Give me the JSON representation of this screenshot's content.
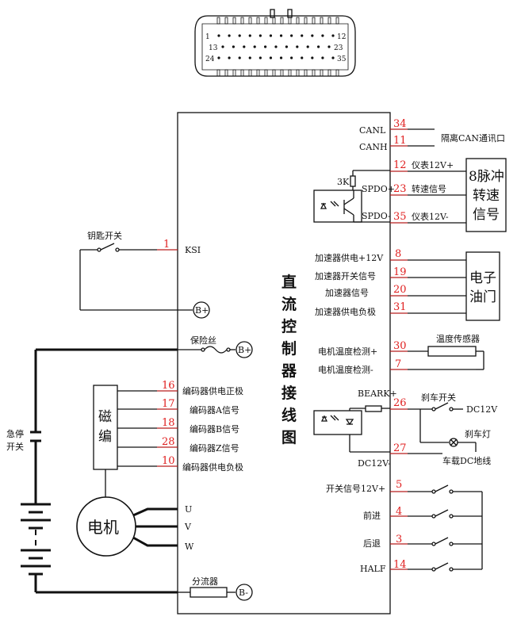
{
  "connector": {
    "row1": {
      "left": "1",
      "right": "12"
    },
    "row2": {
      "left": "13",
      "right": "23"
    },
    "row3": {
      "left": "24",
      "right": "35"
    }
  },
  "controller": {
    "title": [
      "直",
      "流",
      "控",
      "制",
      "器",
      "接",
      "线",
      "图"
    ]
  },
  "can": {
    "canl": "CANL",
    "canh": "CANH",
    "pin_l": "34",
    "pin_h": "11",
    "desc": "隔离CAN通讯口"
  },
  "pulse": {
    "resistor": "3K",
    "spdo_plus": "SPDO+",
    "spdo_minus": "SPDO-",
    "pins": [
      "12",
      "23",
      "35"
    ],
    "labels": [
      "仪表12V+",
      "转速信号",
      "仪表12V-"
    ],
    "box": [
      "8脉冲",
      "转速",
      "信号"
    ]
  },
  "throttle": {
    "pins": [
      "8",
      "19",
      "20",
      "31"
    ],
    "labels": [
      "加速器供电+12V",
      "加速器开关信号",
      "加速器信号",
      "加速器供电负极"
    ],
    "box": [
      "电子",
      "油门"
    ]
  },
  "temp": {
    "pins": [
      "30",
      "7"
    ],
    "labels": [
      "电机温度检测+",
      "电机温度检测-"
    ],
    "sensor": "温度传感器"
  },
  "brake": {
    "beark": "BEARK+",
    "dc12v_minus": "DC12V-",
    "pins": [
      "26",
      "27"
    ],
    "switch": "刹车开关",
    "dc12v": "DC12V",
    "lamp": "刹车灯",
    "ground": "车载DC地线"
  },
  "switches": {
    "pins": [
      "5",
      "4",
      "3",
      "14"
    ],
    "labels": [
      "开关信号12V+",
      "前进",
      "后退",
      "HALF"
    ]
  },
  "left": {
    "key_switch": "钥匙开关",
    "ksi": "KSI",
    "ksi_pin": "1",
    "b_plus": "B+",
    "b_minus": "B-",
    "fuse": "保险丝",
    "estop": [
      "急停",
      "开关"
    ],
    "shunt": "分流器"
  },
  "encoder": {
    "box": [
      "磁",
      "编"
    ],
    "pins": [
      "16",
      "17",
      "18",
      "28",
      "10"
    ],
    "labels": [
      "编码器供电正极",
      "编码器A信号",
      "编码器B信号",
      "编码器Z信号",
      "编码器供电负极"
    ]
  },
  "motor": {
    "label": "电机",
    "phases": [
      "U",
      "V",
      "W"
    ]
  }
}
